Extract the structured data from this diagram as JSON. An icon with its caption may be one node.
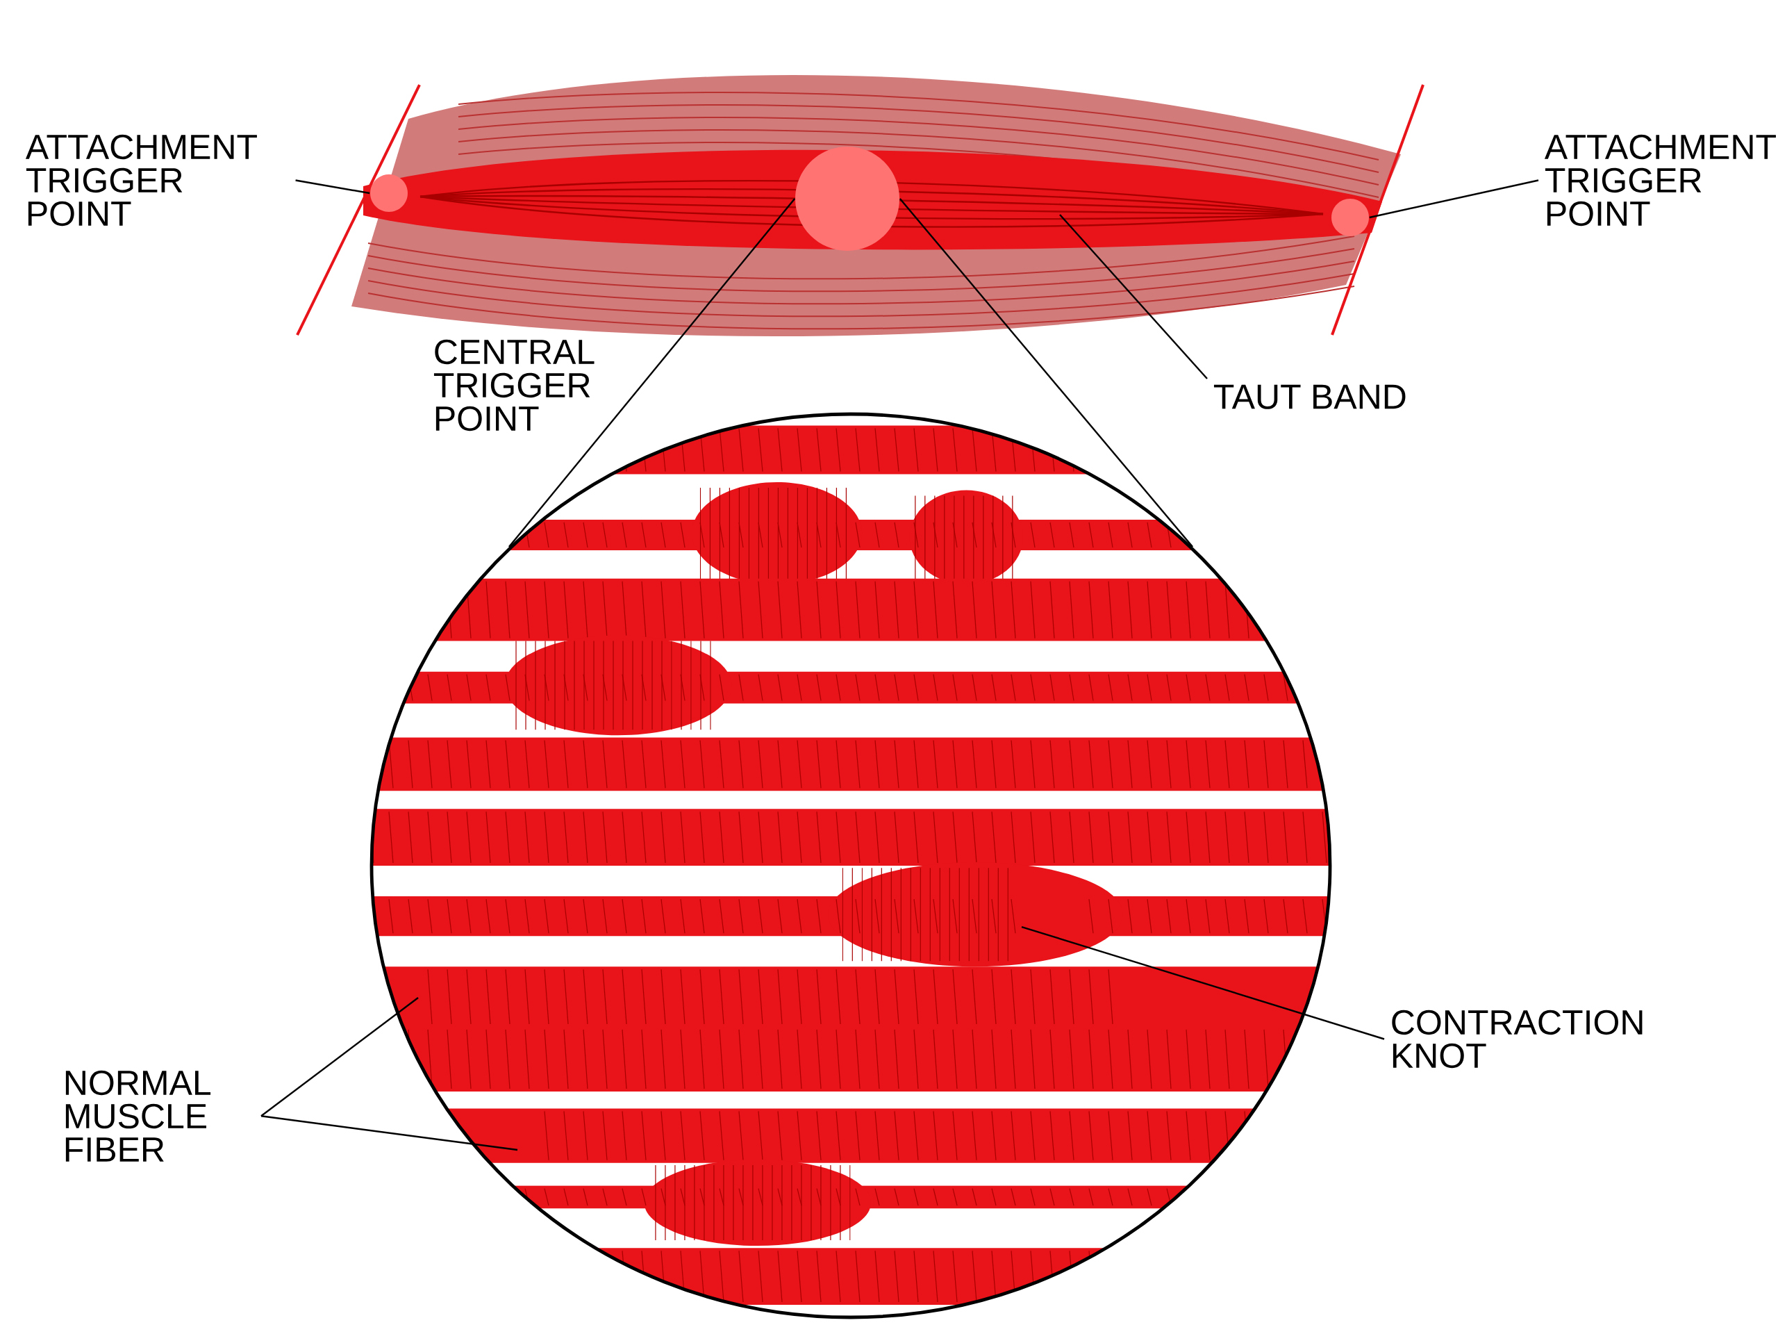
{
  "diagram": {
    "nodes": [
      {
        "text": [
          "ATTACHMENT TRIGGER POINT"
        ]
      },
      {
        "text": [],
        "shape": "circle"
      },
      {
        "text": [],
        "shape": "circle"
      },
      {
        "text": [],
        "shape": "circle"
      },
      {
        "text": [
          "ATTACHMENT TRIGGER POINT"
        ]
      },
      {
        "text": [
          "TAUT BAND"
        ]
      },
      {
        "text": [],
        "shape": "circle"
      },
      {
        "text": [
          "CONTRACTION KNOT"
        ]
      },
      {
        "text": [
          "NORMAL MUSCLE FIBER"
        ]
      }
    ],
    "edges": [
      {
        "from": 0,
        "to": 1,
        "arrow": "none"
      },
      {
        "from": 4,
        "to": 3,
        "arrow": "none"
      },
      {
        "from": 5,
        "to": null,
        "arrow": "none"
      },
      {
        "from": 2,
        "to": 6,
        "arrow": "none"
      },
      {
        "from": 2,
        "to": 6,
        "arrow": "none"
      },
      {
        "from": 7,
        "to": 6,
        "arrow": "none"
      },
      {
        "from": 8,
        "to": 6,
        "arrow": "none"
      },
      {
        "from": 8,
        "to": 6,
        "arrow": "none"
      }
    ],
    "labels": [
      "CENTRAL TRIGGER POINT"
    ]
  }
}
